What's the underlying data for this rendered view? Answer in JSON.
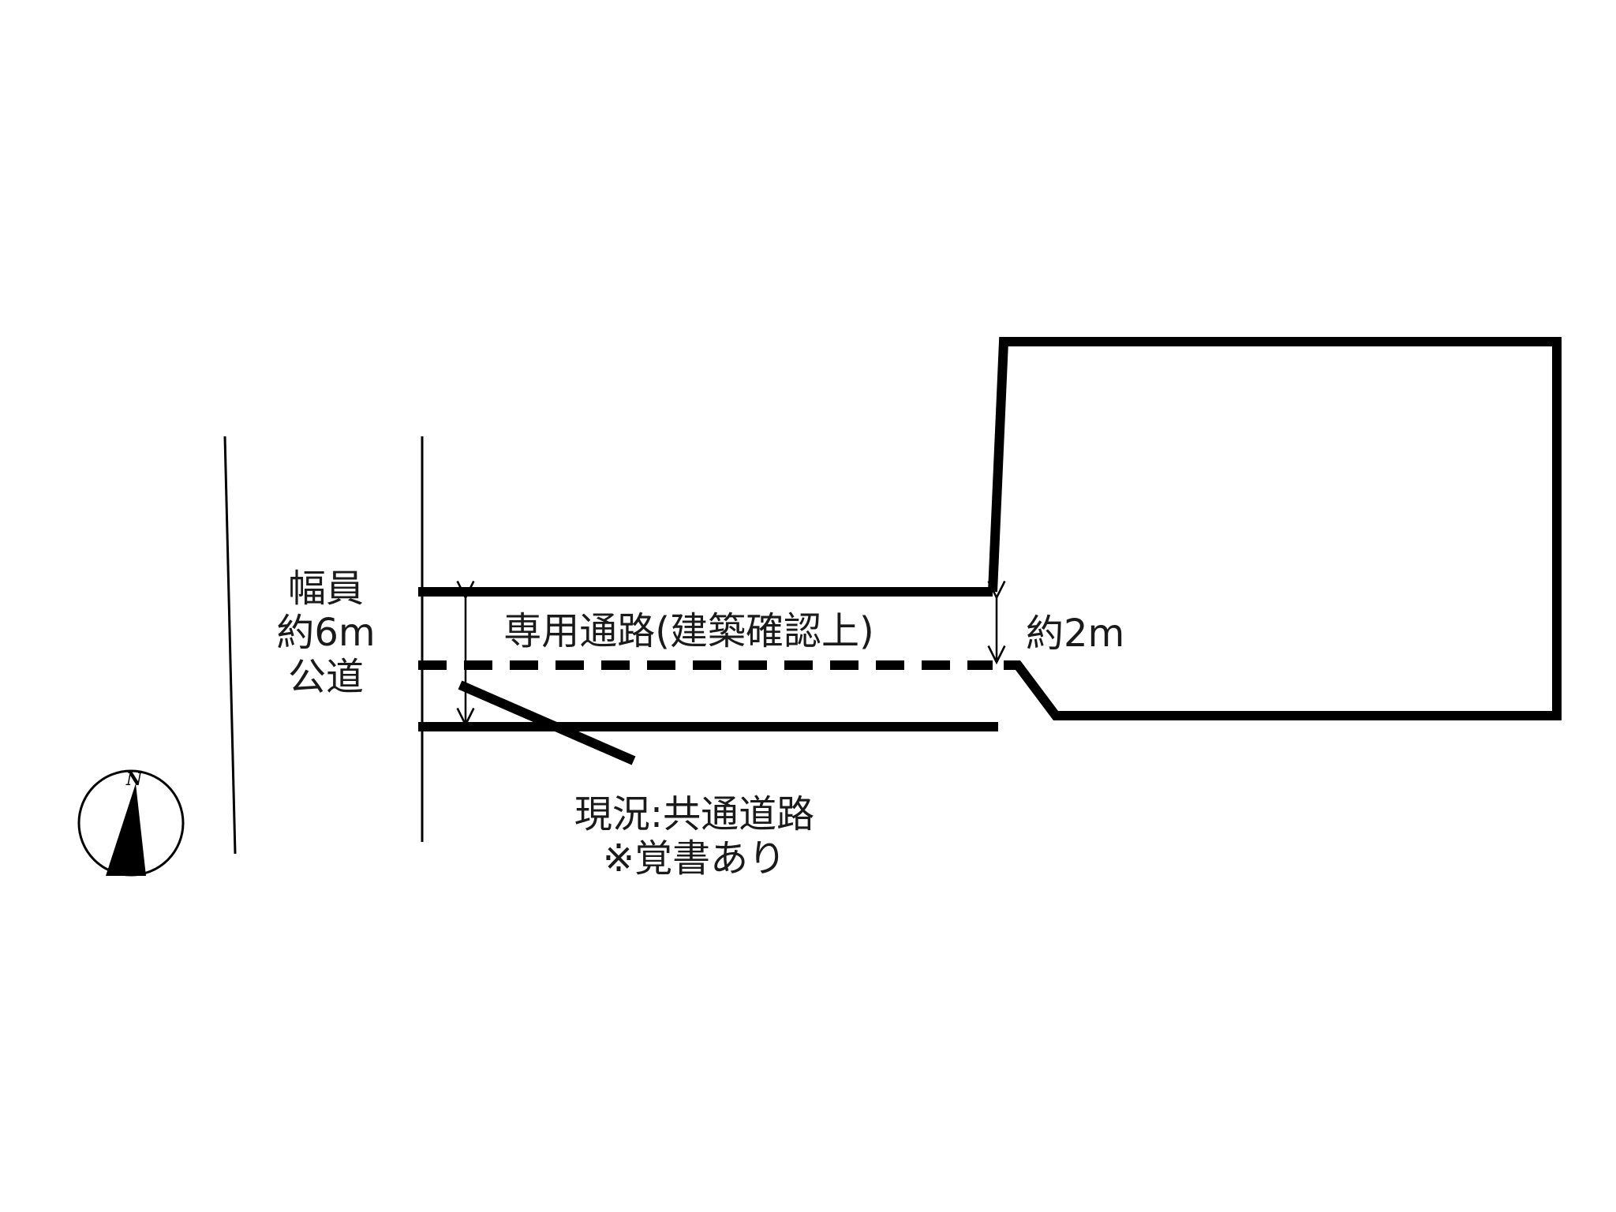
{
  "road_label": {
    "line1": "幅員",
    "line2": "約6m",
    "line3": "公道"
  },
  "private_passage_label": "専用通路(建築確認上)",
  "width_label": "約2m",
  "current_status": {
    "line1": "現況:共通道路",
    "line2": "※覚書あり"
  },
  "compass": {
    "letter": "N"
  },
  "colors": {
    "line": "#000000",
    "text": "#1a1a1a",
    "background": "#ffffff"
  }
}
